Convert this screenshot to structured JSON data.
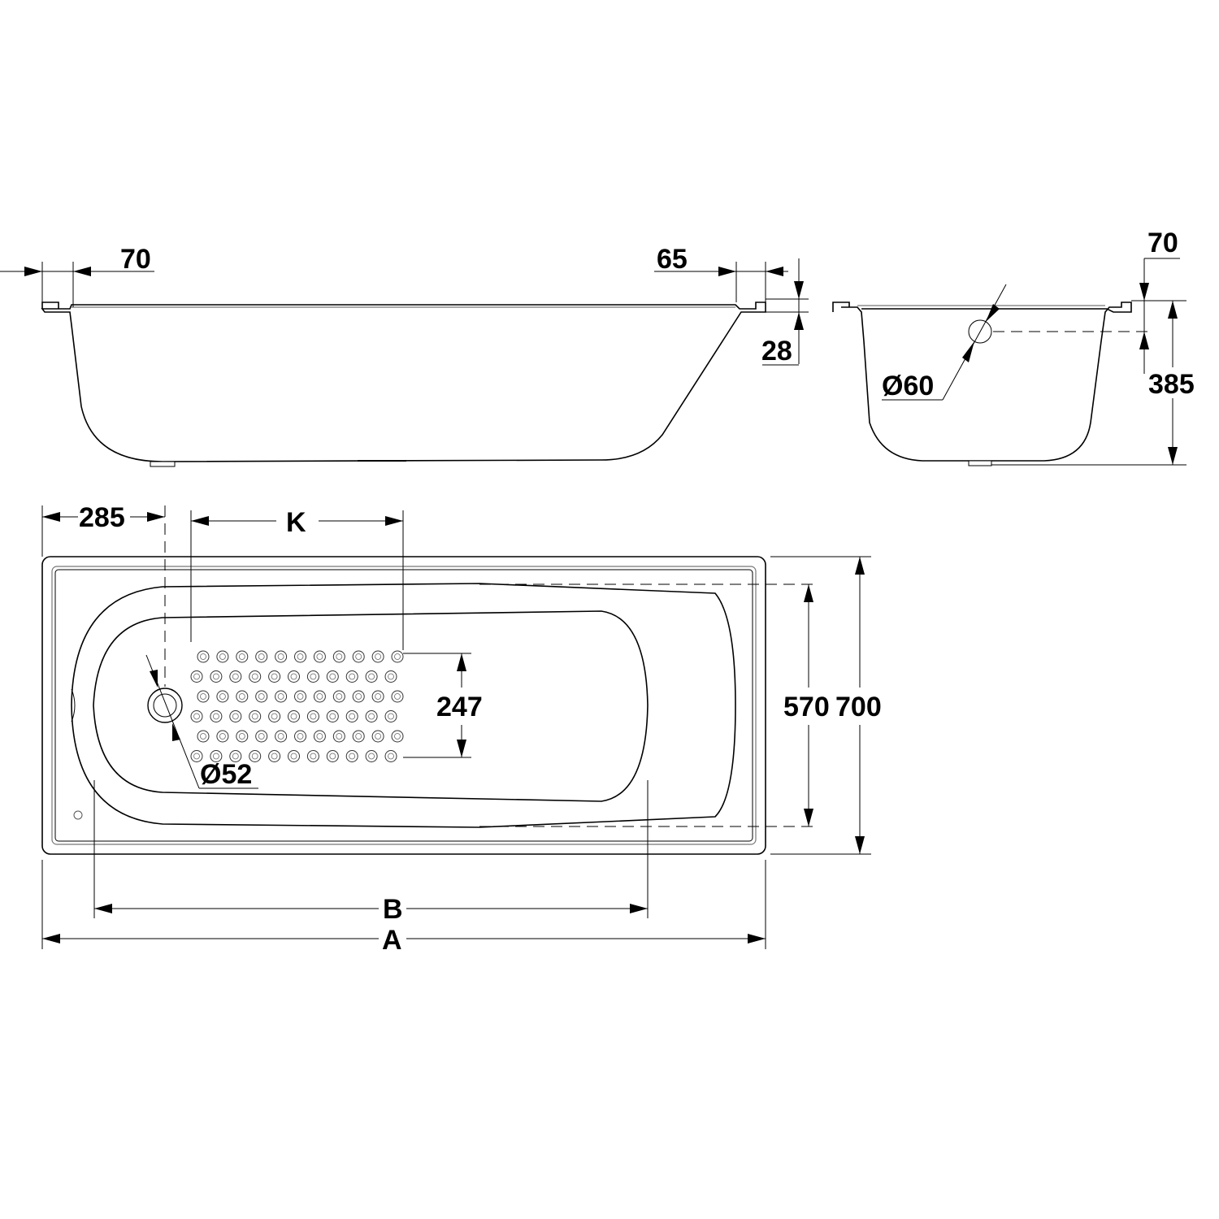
{
  "side_view": {
    "left_rim_width": "70",
    "right_rim_width": "65",
    "rim_height": "28"
  },
  "end_view": {
    "rim_width": "70",
    "overflow_diameter": "Ø60",
    "depth": "385"
  },
  "top_view": {
    "drain_offset": "285",
    "texture_length": "K",
    "texture_width": "247",
    "drain_diameter": "Ø52",
    "inner_width": "570",
    "outer_width": "700",
    "inner_length": "B",
    "outer_length": "A"
  },
  "texture_pattern": {
    "rows": 6,
    "columns_odd_rows": 11,
    "columns_even_rows": 11
  }
}
